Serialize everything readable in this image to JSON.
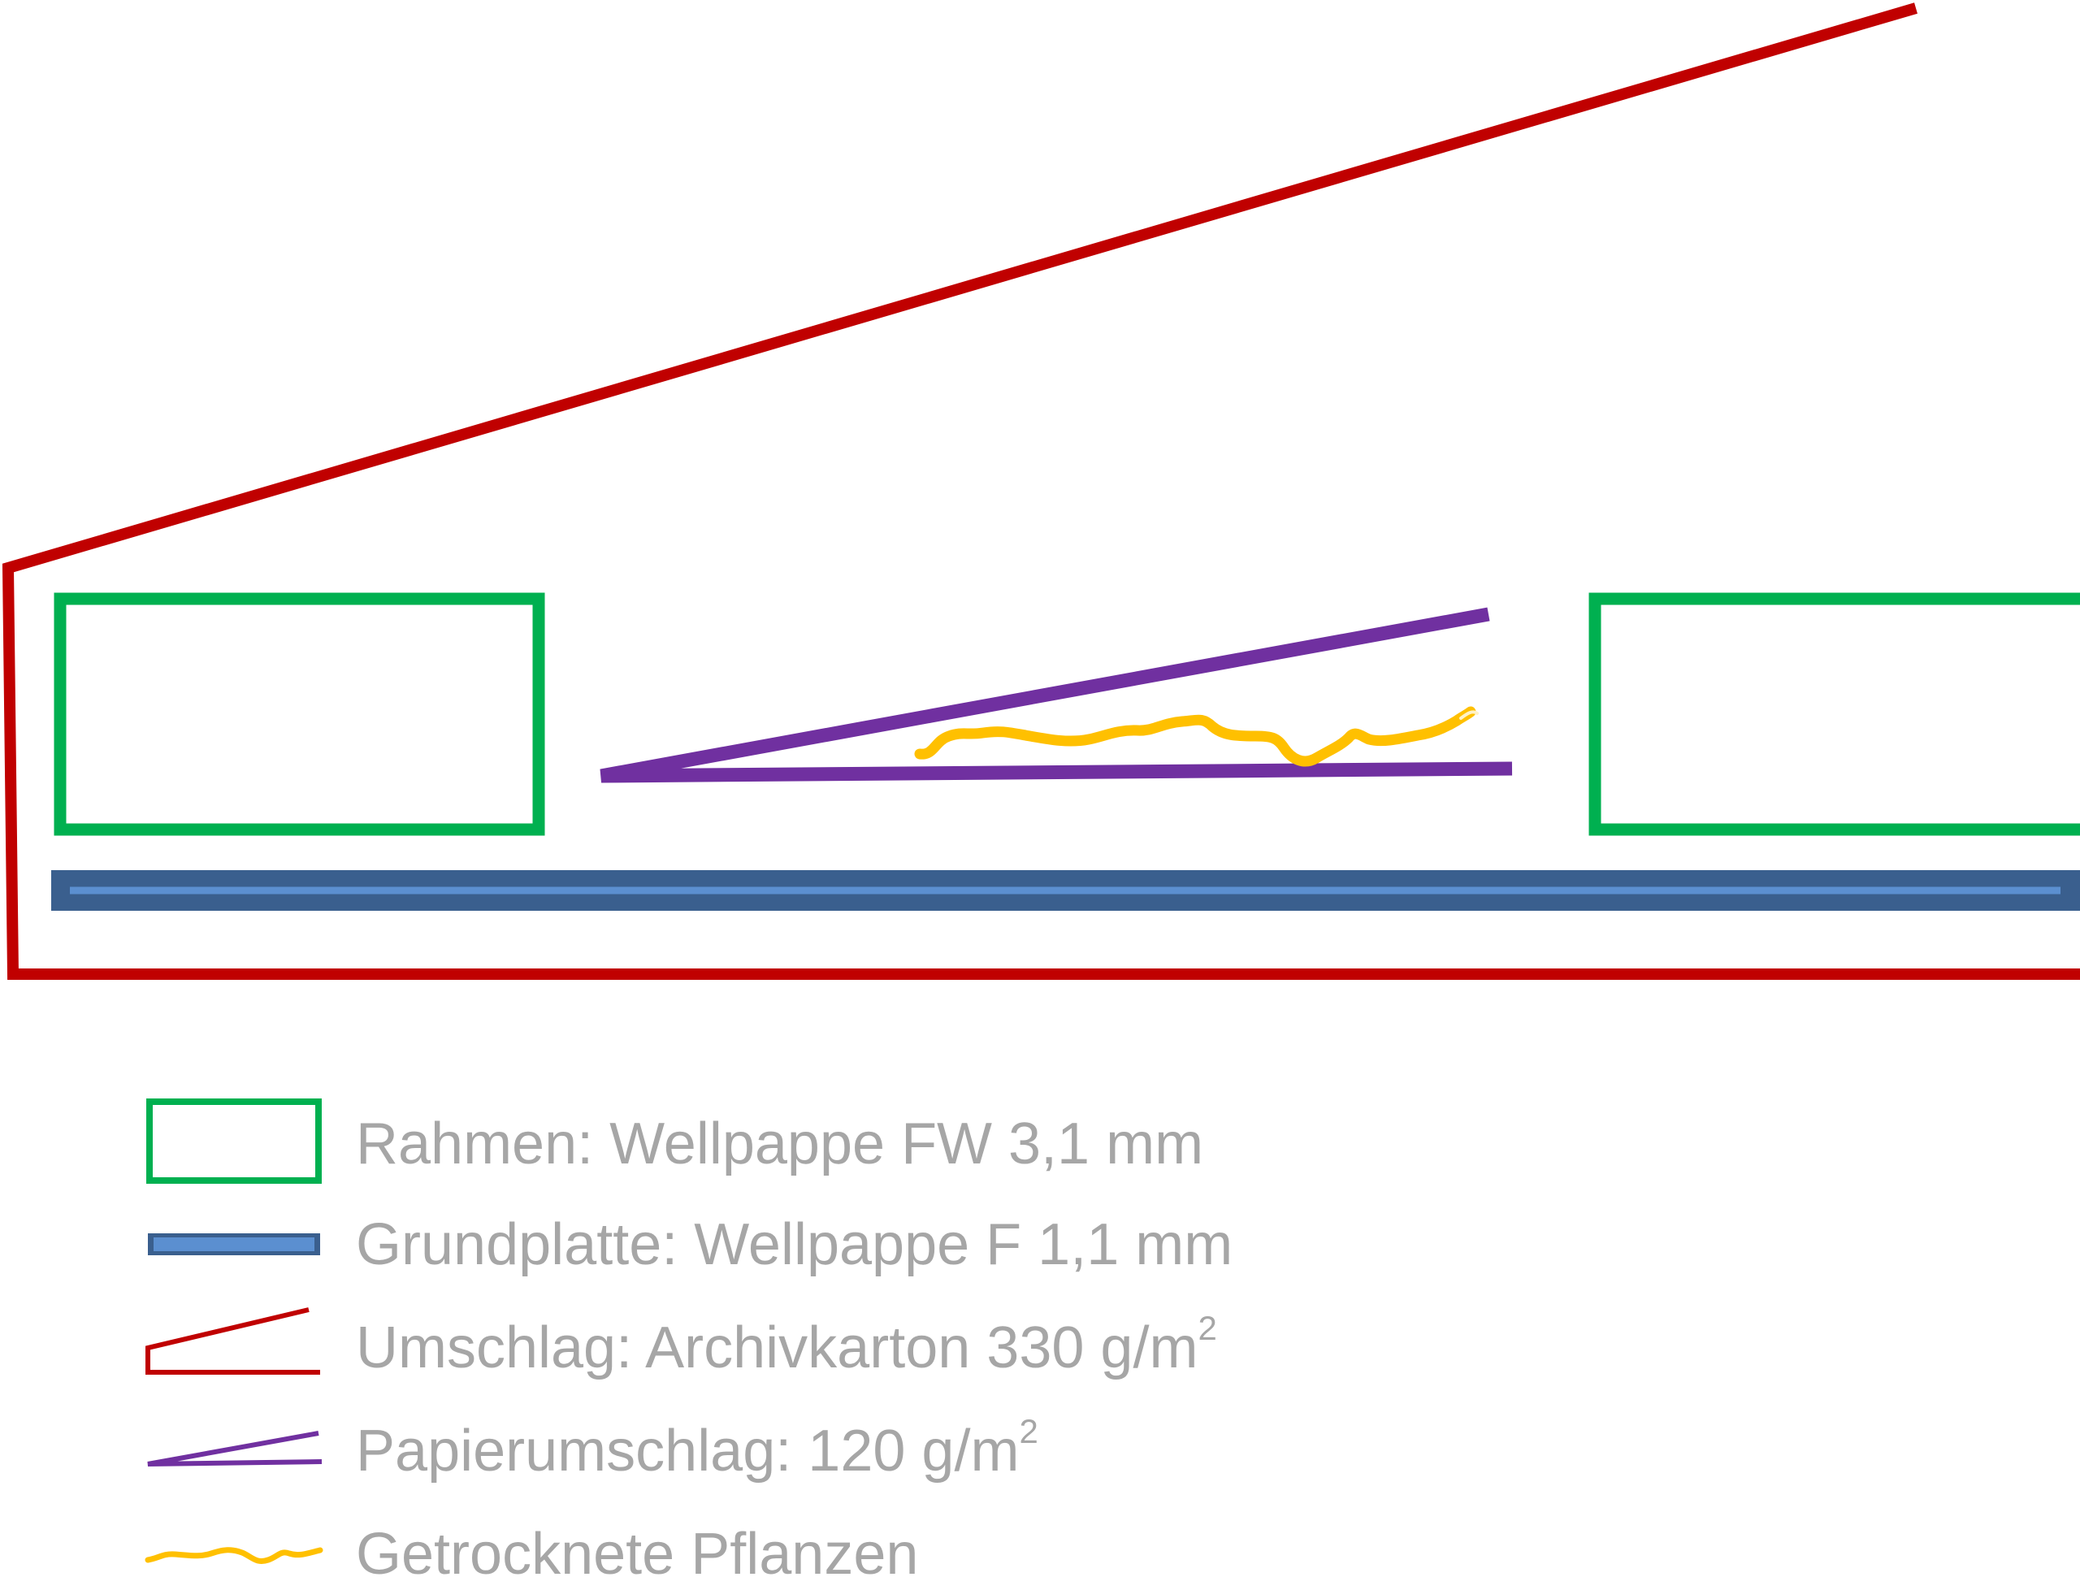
{
  "colors": {
    "frame": "#00b050",
    "base": "#3a5f8e",
    "base_inner": "#5b8fd0",
    "cover": "#c00000",
    "paper_cover": "#7030a0",
    "plants": "#ffc000",
    "legend_text": "#a6a6a6"
  },
  "legend": [
    {
      "id": "frame",
      "text": "Rahmen: Wellpappe FW 3,1 mm",
      "icon": "green-rectangle-icon"
    },
    {
      "id": "base",
      "text": "Grundplatte: Wellpappe F 1,1 mm",
      "icon": "blue-bar-icon"
    },
    {
      "id": "cover",
      "text": "Umschlag: Archivkarton 330 g/m",
      "superscript": "2",
      "icon": "red-cover-icon"
    },
    {
      "id": "paper_cover",
      "text": "Papierumschlag: 120 g/m",
      "superscript": "2",
      "icon": "purple-wedge-icon"
    },
    {
      "id": "plants",
      "text": "Getrocknete Pflanzen",
      "icon": "yellow-squiggle-icon"
    }
  ]
}
